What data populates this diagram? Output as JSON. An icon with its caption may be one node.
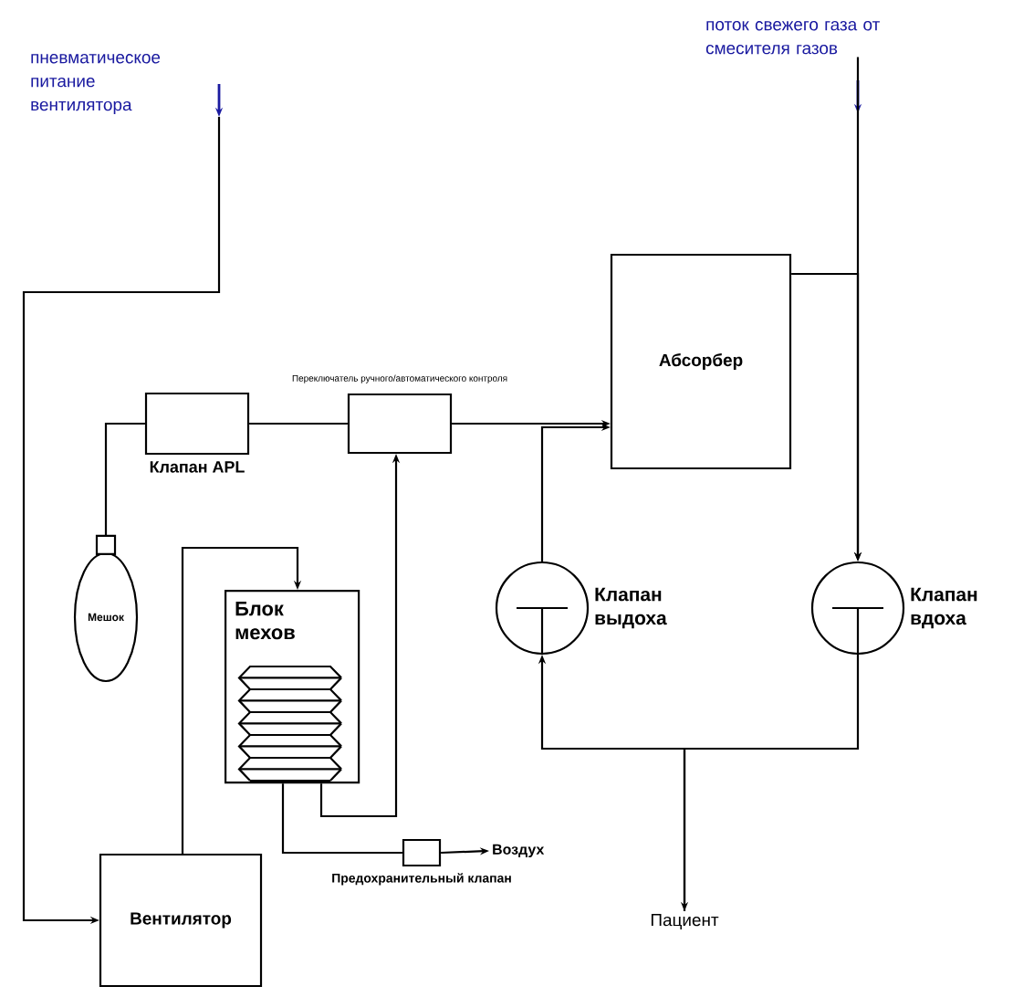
{
  "diagram": {
    "nodes": [
      {
        "text": [
          "пневматическое питание вентилятора"
        ]
      },
      {
        "text": [
          "поток свежего газа от смесителя газов"
        ]
      },
      {
        "text": [
          "Клапан APL"
        ]
      },
      {
        "text": [
          "Переключатель ручного/автоматического контроля"
        ]
      },
      {
        "text": [
          "Абсорбер"
        ]
      },
      {
        "text": [
          "Мешок"
        ]
      },
      {
        "text": [
          "Блок мехов"
        ]
      },
      {
        "text": [
          "Клапан выдоха"
        ]
      },
      {
        "text": [
          "Клапан вдоха"
        ]
      },
      {
        "text": [
          "Вентилятор"
        ]
      },
      {
        "text": [
          "Предохранительный клапан"
        ]
      },
      {
        "text": [
          "Воздух"
        ]
      },
      {
        "text": [
          "Пациент"
        ]
      }
    ],
    "edges": [
      {
        "from": 0,
        "to": 9,
        "arrow": "to"
      },
      {
        "from": 1,
        "to": 8,
        "arrow": "to"
      },
      {
        "from": 4,
        "to": 8,
        "arrow": "to"
      },
      {
        "from": 5,
        "to": 2,
        "arrow": "none"
      },
      {
        "from": 2,
        "to": 3,
        "arrow": "none"
      },
      {
        "from": 3,
        "to": 4,
        "arrow": "to"
      },
      {
        "from": 7,
        "to": 4,
        "arrow": "to"
      },
      {
        "from": 9,
        "to": 6,
        "arrow": "to"
      },
      {
        "from": 6,
        "to": 3,
        "arrow": "to"
      },
      {
        "from": 6,
        "to": 10,
        "arrow": "none"
      },
      {
        "from": 10,
        "to": 11,
        "arrow": "to"
      },
      {
        "from": 8,
        "to": 12,
        "arrow": "to"
      },
      {
        "from": 12,
        "to": 7,
        "arrow": "to"
      }
    ]
  }
}
